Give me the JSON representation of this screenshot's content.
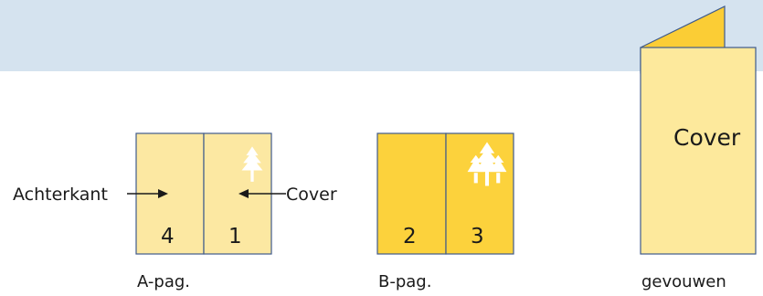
{
  "colors": {
    "band": "#d5e3ef",
    "a_page_fill": "#fce8a2",
    "b_page_fill": "#fcd23c",
    "folded_fill": "#fde99c",
    "folded_flap": "#fbcd35",
    "outline": "#3f5b8c",
    "tree": "#ffffff",
    "arrow": "#1a1a1a"
  },
  "a_page": {
    "caption": "A-pag.",
    "left_panel_number": "4",
    "right_panel_number": "1",
    "left_label": "Achterkant",
    "right_label": "Cover",
    "tree_icon": "tree-icon"
  },
  "b_page": {
    "caption": "B-pag.",
    "left_panel_number": "2",
    "right_panel_number": "3",
    "tree_icon": "tree-icon"
  },
  "folded": {
    "caption": "gevouwen",
    "cover_text": "Cover"
  }
}
